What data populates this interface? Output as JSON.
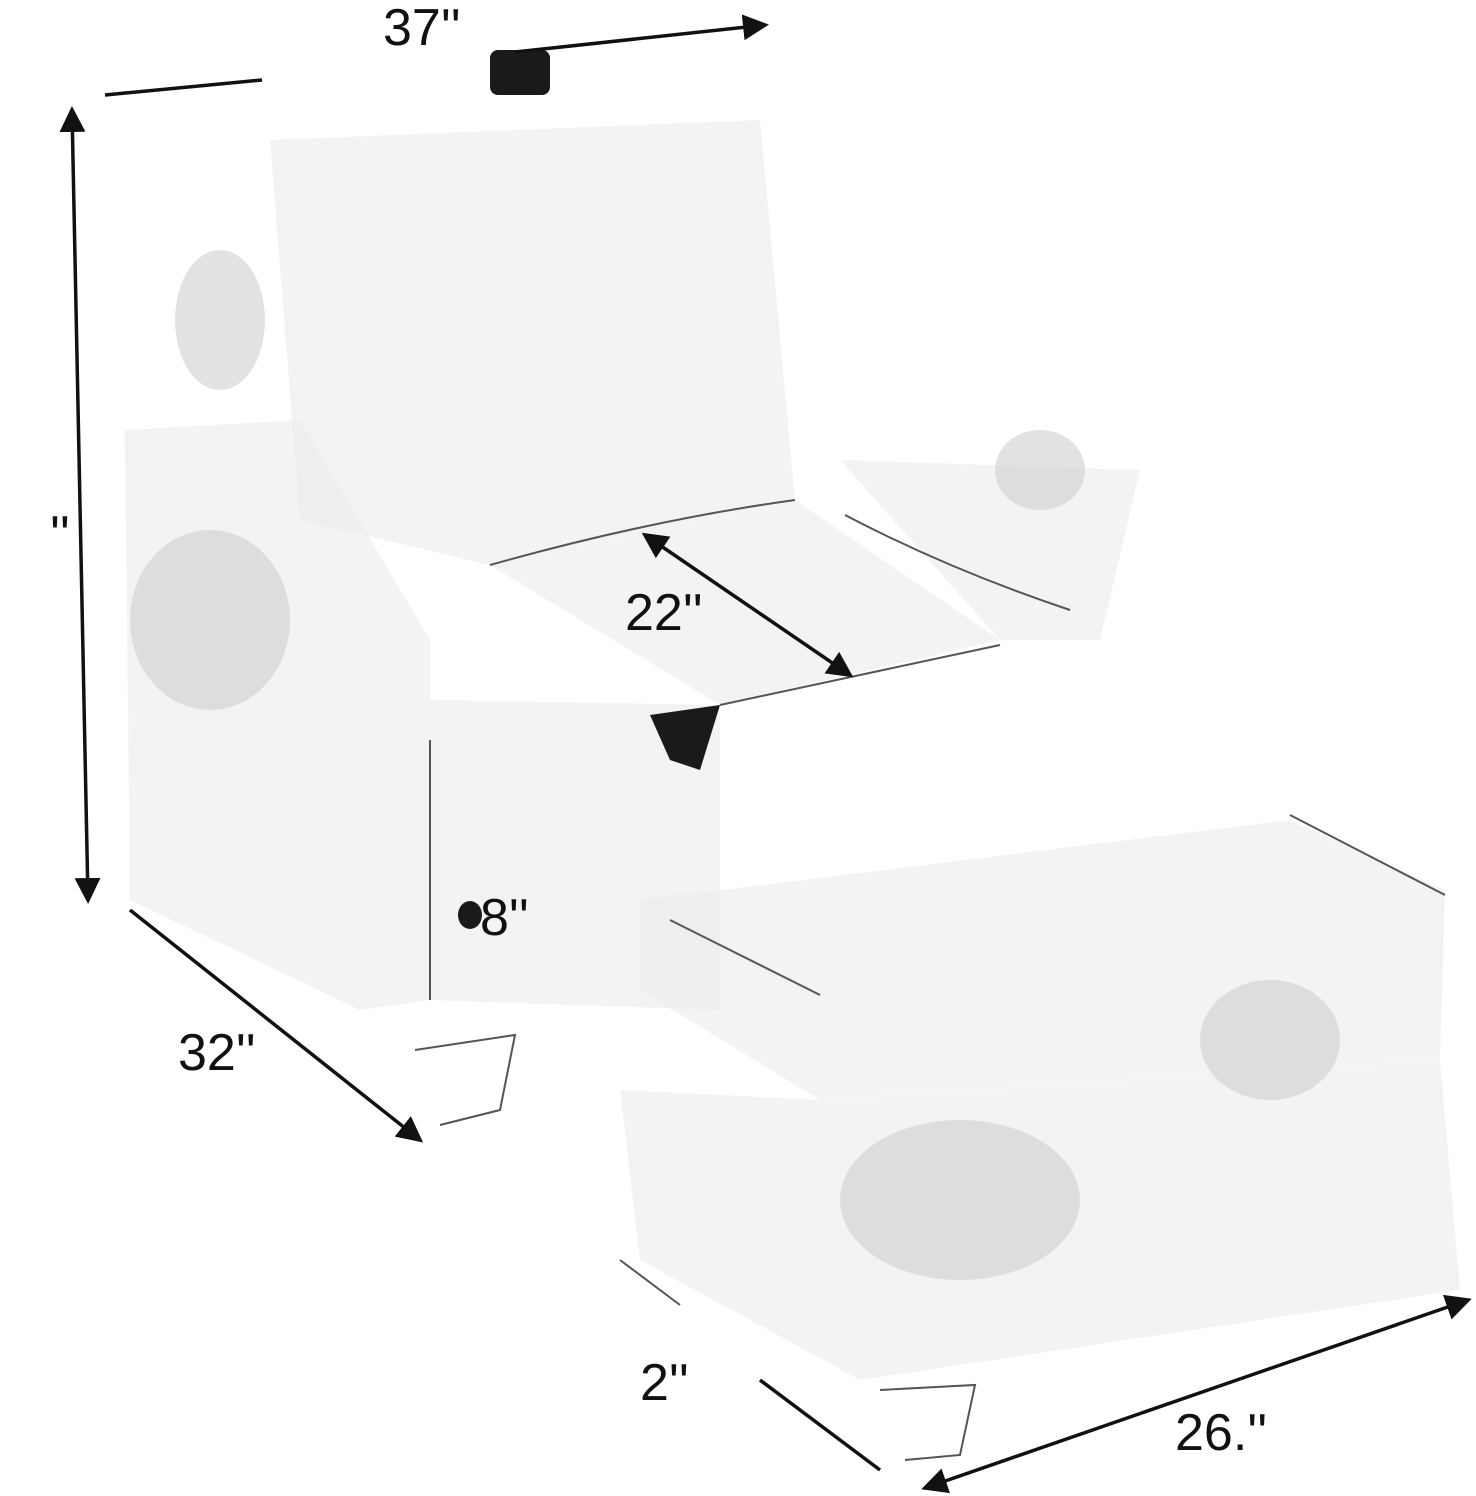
{
  "dimensions": {
    "chair_width": "37''",
    "chair_height": "''",
    "chair_depth": "32''",
    "seat_depth": "22''",
    "seat_height": "8''",
    "ottoman_height": "2''",
    "ottoman_width": "26.''"
  },
  "colors": {
    "line": "#111111",
    "background": "#ffffff"
  }
}
